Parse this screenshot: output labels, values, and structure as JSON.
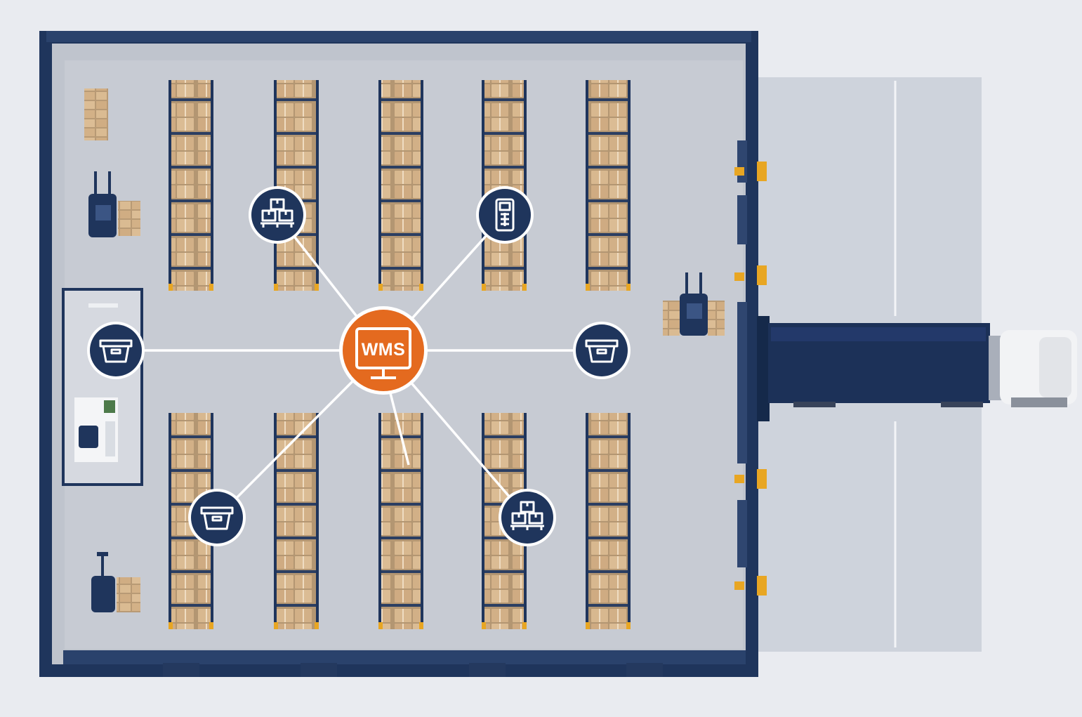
{
  "diagram": {
    "hub": {
      "label": "WMS",
      "icon": "monitor-icon"
    },
    "nodes": [
      {
        "id": "pallet-node-top",
        "icon": "pallet-boxes-icon"
      },
      {
        "id": "handheld-node",
        "icon": "handheld-scanner-icon"
      },
      {
        "id": "bin-node-left",
        "icon": "storage-bin-icon"
      },
      {
        "id": "bin-node-right",
        "icon": "storage-bin-icon"
      },
      {
        "id": "bin-node-bottom",
        "icon": "storage-bin-icon"
      },
      {
        "id": "pallet-node-bottom",
        "icon": "pallet-boxes-icon"
      }
    ],
    "colors": {
      "navy": "#1f355c",
      "orange": "#e46a1f",
      "floor": "#c4c8d0",
      "cardboard": "#d7b48c",
      "safety_yellow": "#e8a623",
      "connector": "#ffffff"
    }
  }
}
